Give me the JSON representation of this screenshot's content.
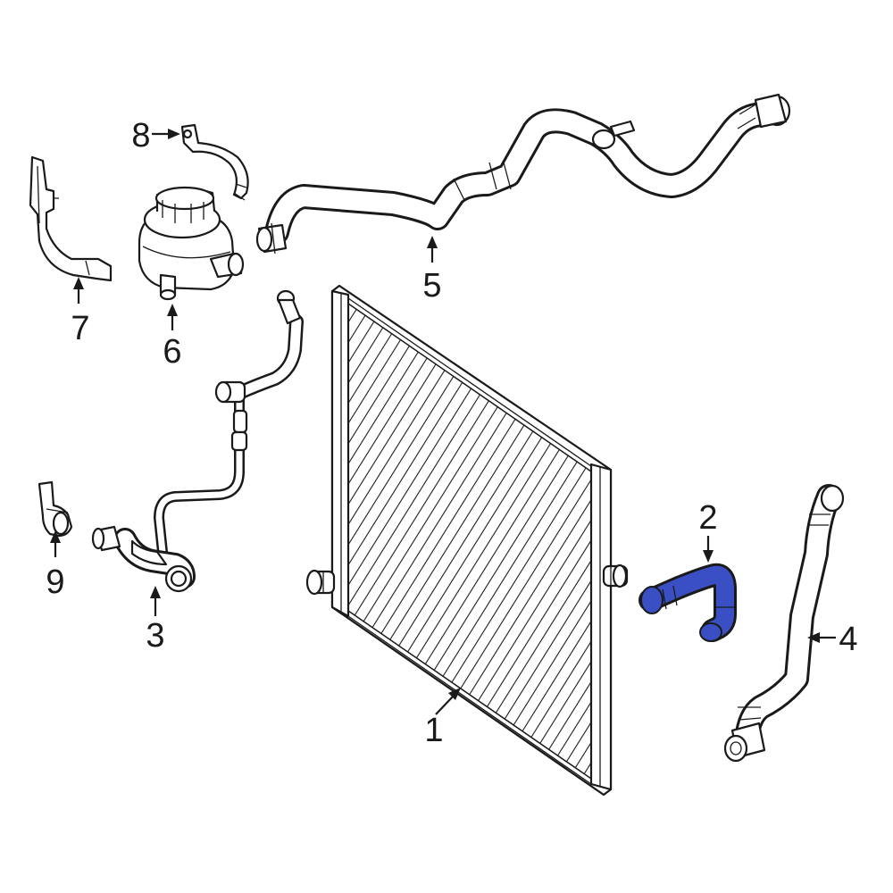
{
  "highlight_color": "#3b4fc4",
  "line_color": "#1a1a1a",
  "callouts": [
    {
      "label": "1",
      "part": "radiator"
    },
    {
      "label": "2",
      "part": "highlighted-hose"
    },
    {
      "label": "3",
      "part": "lower-hose-assembly"
    },
    {
      "label": "4",
      "part": "right-hose"
    },
    {
      "label": "5",
      "part": "upper-hose"
    },
    {
      "label": "6",
      "part": "auxiliary-pump"
    },
    {
      "label": "7",
      "part": "bracket"
    },
    {
      "label": "8",
      "part": "strap"
    },
    {
      "label": "9",
      "part": "sensor"
    }
  ]
}
